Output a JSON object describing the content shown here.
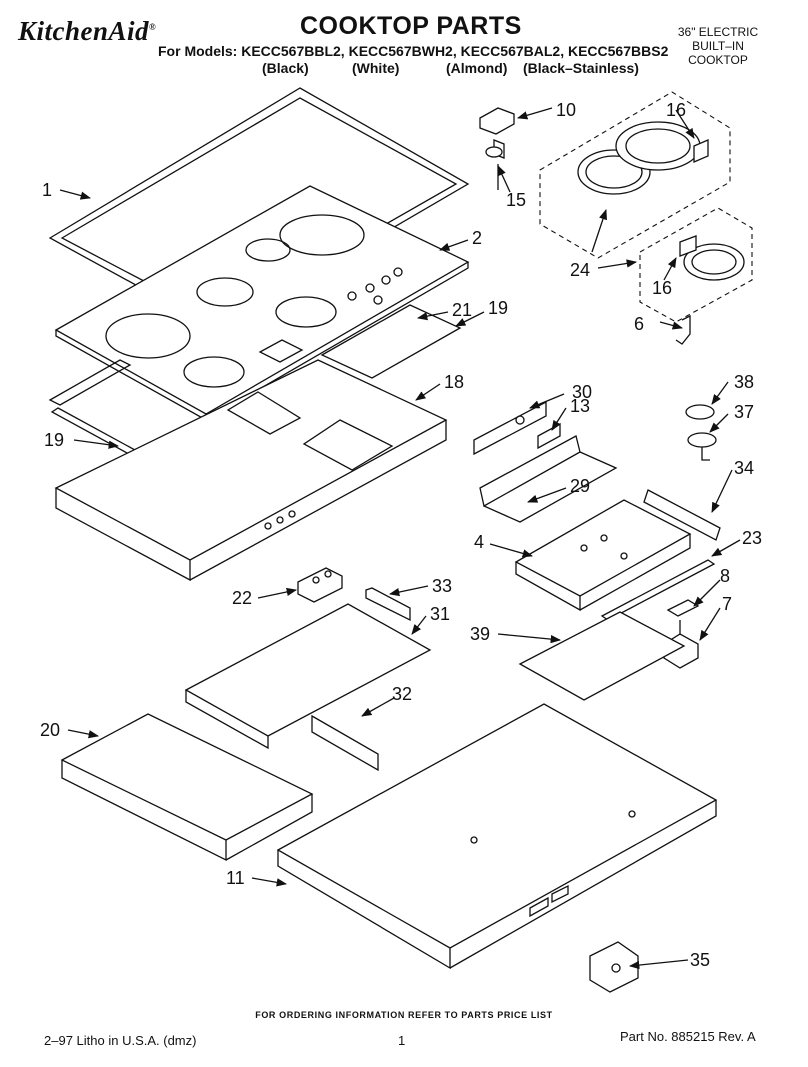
{
  "header": {
    "brand": "KitchenAid",
    "brand_mark": "®",
    "title": "COOKTOP PARTS",
    "models_line": "For Models: KECC567BBL2, KECC567BWH2, KECC567BAL2, KECC567BBS2",
    "color_variants": [
      "(Black)",
      "(White)",
      "(Almond)",
      "(Black–Stainless)"
    ],
    "product_type": [
      "36\" ELECTRIC",
      "BUILT–IN",
      "COOKTOP"
    ]
  },
  "callouts": {
    "c1": "1",
    "c2": "2",
    "c4": "4",
    "c6": "6",
    "c7": "7",
    "c8": "8",
    "c10": "10",
    "c11": "11",
    "c13": "13",
    "c15": "15",
    "c16a": "16",
    "c16b": "16",
    "c18": "18",
    "c19a": "19",
    "c19b": "19",
    "c20": "20",
    "c21": "21",
    "c22": "22",
    "c23": "23",
    "c24": "24",
    "c29": "29",
    "c30": "30",
    "c31": "31",
    "c32": "32",
    "c33": "33",
    "c34": "34",
    "c35": "35",
    "c37": "37",
    "c38": "38",
    "c39": "39"
  },
  "footer": {
    "ordering_note": "FOR ORDERING INFORMATION REFER TO PARTS PRICE LIST",
    "litho": "2–97 Litho in U.S.A. (dmz)",
    "page_number": "1",
    "part_number": "Part No. 885215 Rev. A"
  }
}
